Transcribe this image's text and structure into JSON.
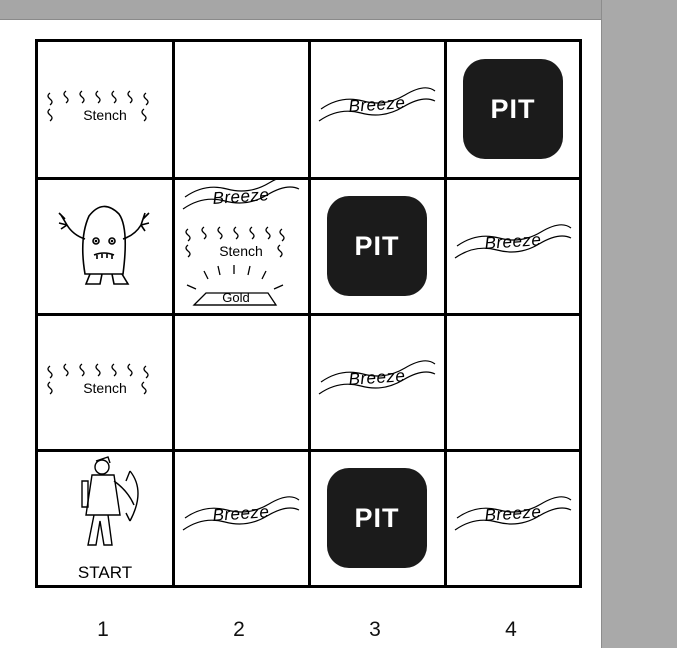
{
  "cells": {
    "r4c1": {
      "stench": "Stench"
    },
    "r4c3": {
      "breeze": "Breeze"
    },
    "r4c4": {
      "pit": "PIT"
    },
    "r3c2": {
      "breeze": "Breeze",
      "stench": "Stench",
      "gold": "Gold"
    },
    "r3c3": {
      "pit": "PIT"
    },
    "r3c4": {
      "breeze": "Breeze"
    },
    "r2c1": {
      "stench": "Stench"
    },
    "r2c3": {
      "breeze": "Breeze"
    },
    "r1c1": {
      "start": "START"
    },
    "r1c2": {
      "breeze": "Breeze"
    },
    "r1c3": {
      "pit": "PIT"
    },
    "r1c4": {
      "breeze": "Breeze"
    }
  },
  "column_labels": [
    "1",
    "2",
    "3",
    "4"
  ]
}
